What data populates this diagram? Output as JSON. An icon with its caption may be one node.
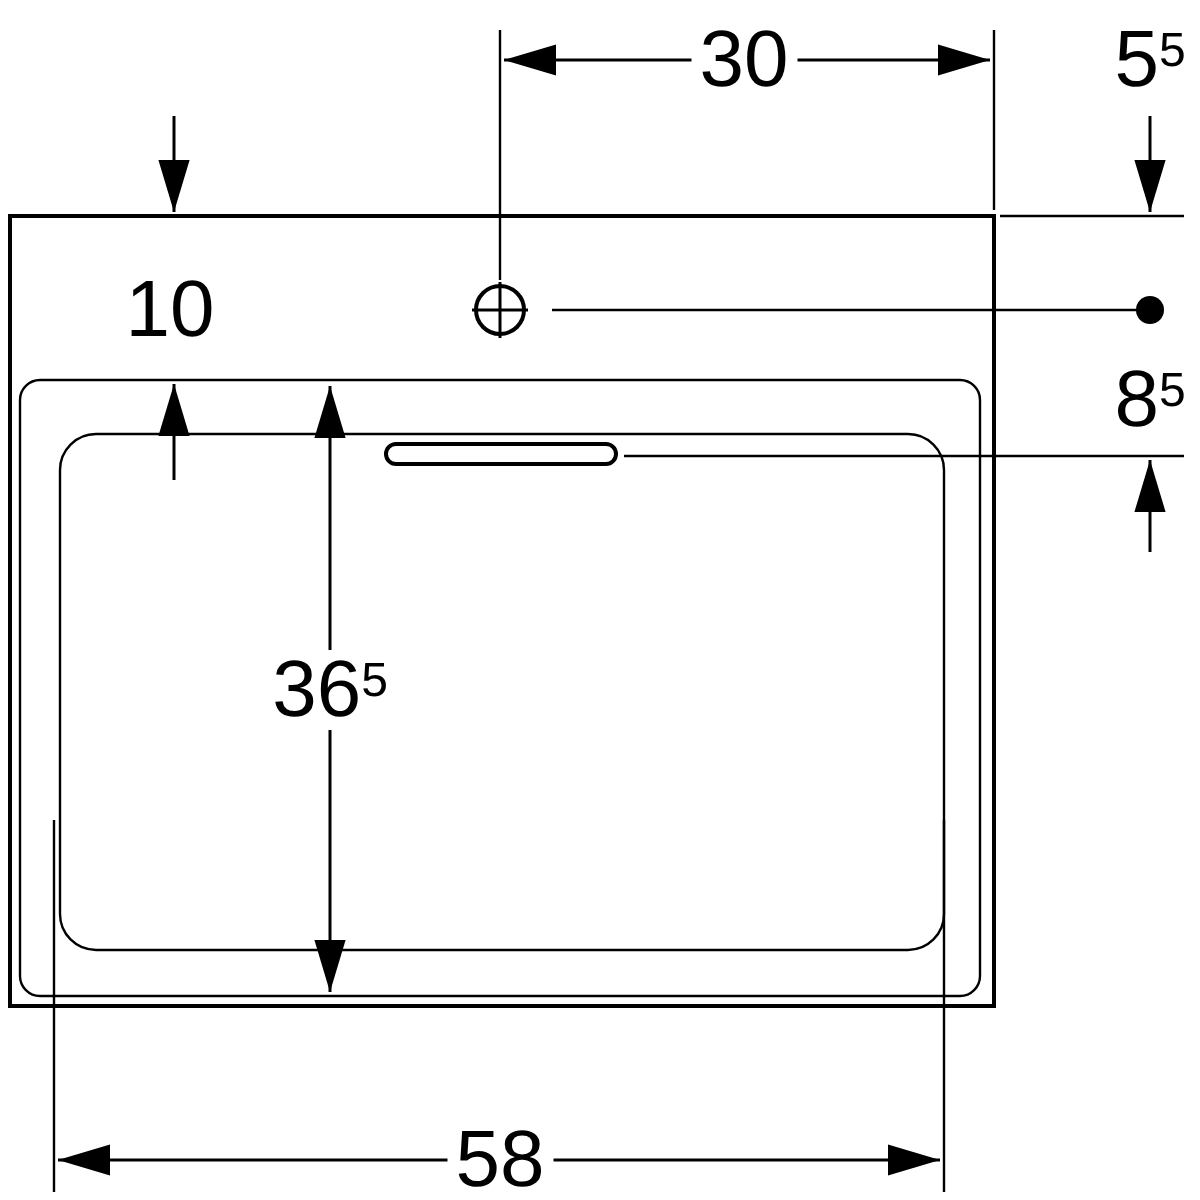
{
  "diagram": {
    "labels": [
      "30",
      "5$^{5}$",
      "10",
      "8$^{5}$",
      "36$^{5}$",
      "58"
    ]
  }
}
